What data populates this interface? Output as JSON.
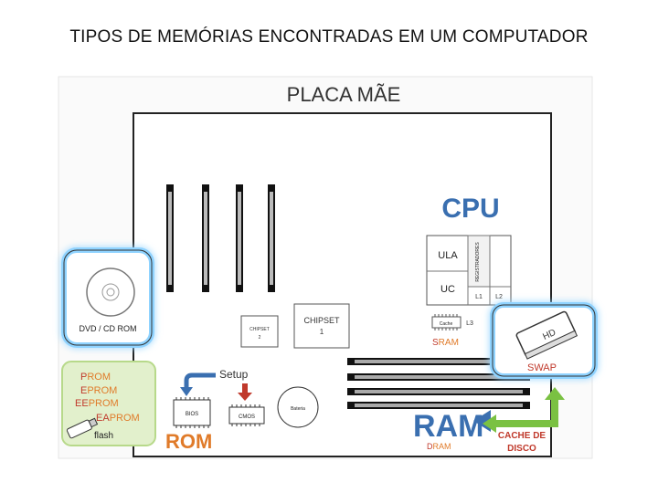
{
  "title": "TIPOS DE MEMÓRIAS ENCONTRADAS EM UM COMPUTADOR",
  "diagram": {
    "board_label": "PLACA MÃE",
    "cpu": {
      "label": "CPU",
      "ula": "ULA",
      "registers": "REGISTRADORES",
      "uc": "UC",
      "l1": "L1",
      "l2": "L2"
    },
    "chipset": {
      "a": "CHIPSET",
      "a_num": "2",
      "b": "CHIPSET",
      "b_num": "1"
    },
    "cache_l3": {
      "chip": "Cache",
      "level": "L3",
      "type_first": "S",
      "type_rest": "RAM"
    },
    "dvd": {
      "label": "DVD / CD ROM"
    },
    "hd": {
      "label": "HD",
      "type": "SWAP"
    },
    "ram": {
      "label": "RAM",
      "type_first": "D",
      "type_rest": "RAM"
    },
    "cache_disco": {
      "line1": "CACHE DE",
      "line2": "DISCO"
    },
    "rom_types": [
      {
        "first": "P",
        "rest": "ROM"
      },
      {
        "first": "E",
        "rest": "PROM"
      },
      {
        "first": "EE",
        "rest": "PROM"
      },
      {
        "first": "EA",
        "rest": "PROM"
      }
    ],
    "flash": "flash",
    "setup": "Setup",
    "bios": "BIOS",
    "cmos": "CMOS",
    "bateria": "Bateria",
    "rom": "ROM"
  },
  "colors": {
    "cpu_blue": "#3a6fb0",
    "ram_blue": "#3a6fb0",
    "rom_orange": "#e07b2a",
    "type_red": "#c0392b",
    "glow_blue": "#8fd3ff",
    "green": "#7ac142"
  }
}
